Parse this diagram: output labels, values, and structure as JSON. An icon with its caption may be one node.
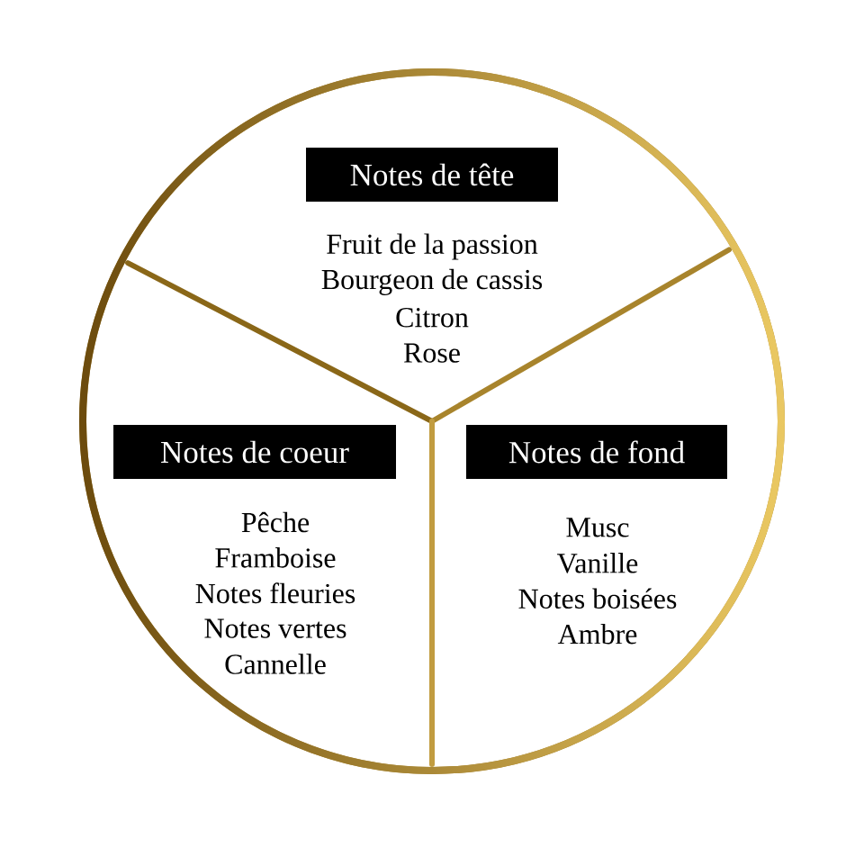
{
  "diagram": {
    "nodes": [
      {
        "text": [],
        "shape": "circle"
      },
      {
        "text": [
          "Notes de tête"
        ],
        "in": 0,
        "beside": [
          "Fruit de la passion",
          "Bourgeon de cassis",
          "Citron",
          "Rose"
        ]
      },
      {
        "text": [
          "Notes de coeur"
        ],
        "in": 0,
        "beside": [
          "Pêche",
          "Framboise",
          "Notes fleuries",
          "Notes vertes",
          "Cannelle"
        ]
      },
      {
        "text": [
          "Notes de fond"
        ],
        "in": 0,
        "beside": [
          "Musc",
          "Vanille",
          "Notes boisées",
          "Ambre"
        ]
      }
    ]
  }
}
